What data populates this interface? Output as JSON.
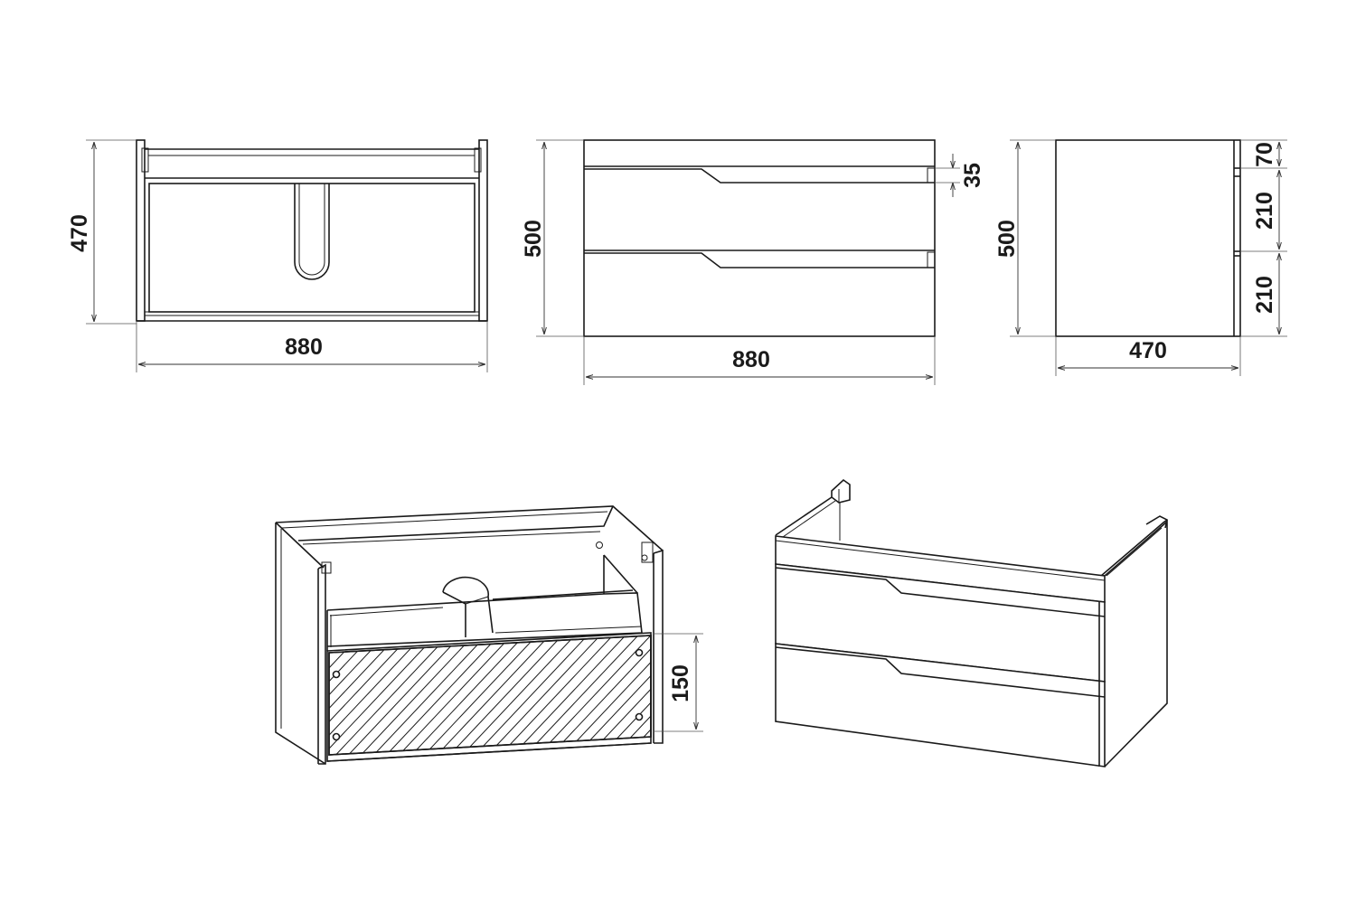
{
  "dimensions": {
    "top_width": "880",
    "top_depth": "470",
    "front_width": "880",
    "front_height": "500",
    "handle_gap": "35",
    "side_depth": "470",
    "side_height": "500",
    "side_top_panel": "70",
    "side_drawer_1": "210",
    "side_drawer_2": "210",
    "drawer_front": "150"
  }
}
